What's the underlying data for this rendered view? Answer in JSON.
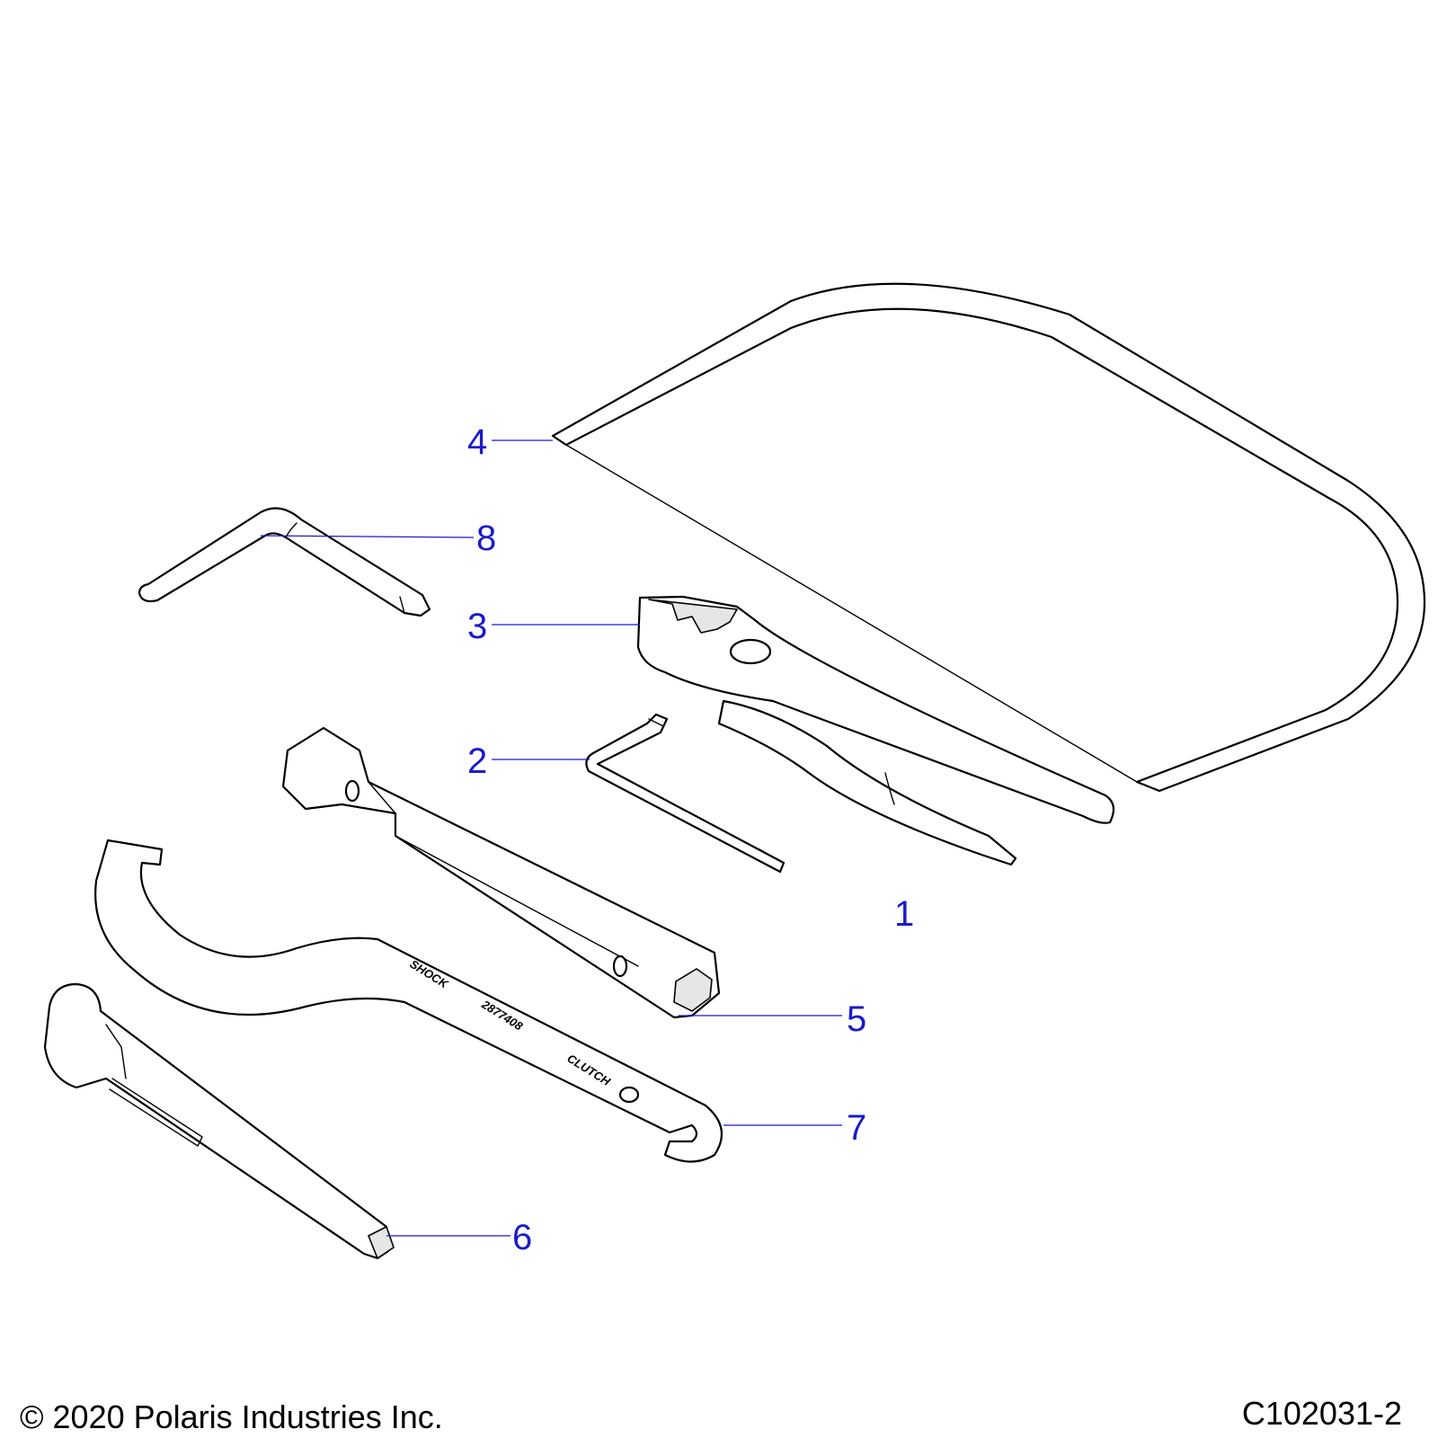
{
  "callouts": {
    "c1": "1",
    "c2": "2",
    "c3": "3",
    "c4": "4",
    "c5": "5",
    "c6": "6",
    "c7": "7",
    "c8": "8"
  },
  "wrench_stamps": {
    "s1": "SHOCK",
    "s2": "2877408",
    "s3": "CLUTCH"
  },
  "footer": {
    "copyright": "© 2020 Polaris Industries Inc.",
    "figure_id": "C102031-2"
  },
  "colors": {
    "callout": "#1a1acc",
    "line_art": "#000000",
    "background": "#ffffff"
  }
}
